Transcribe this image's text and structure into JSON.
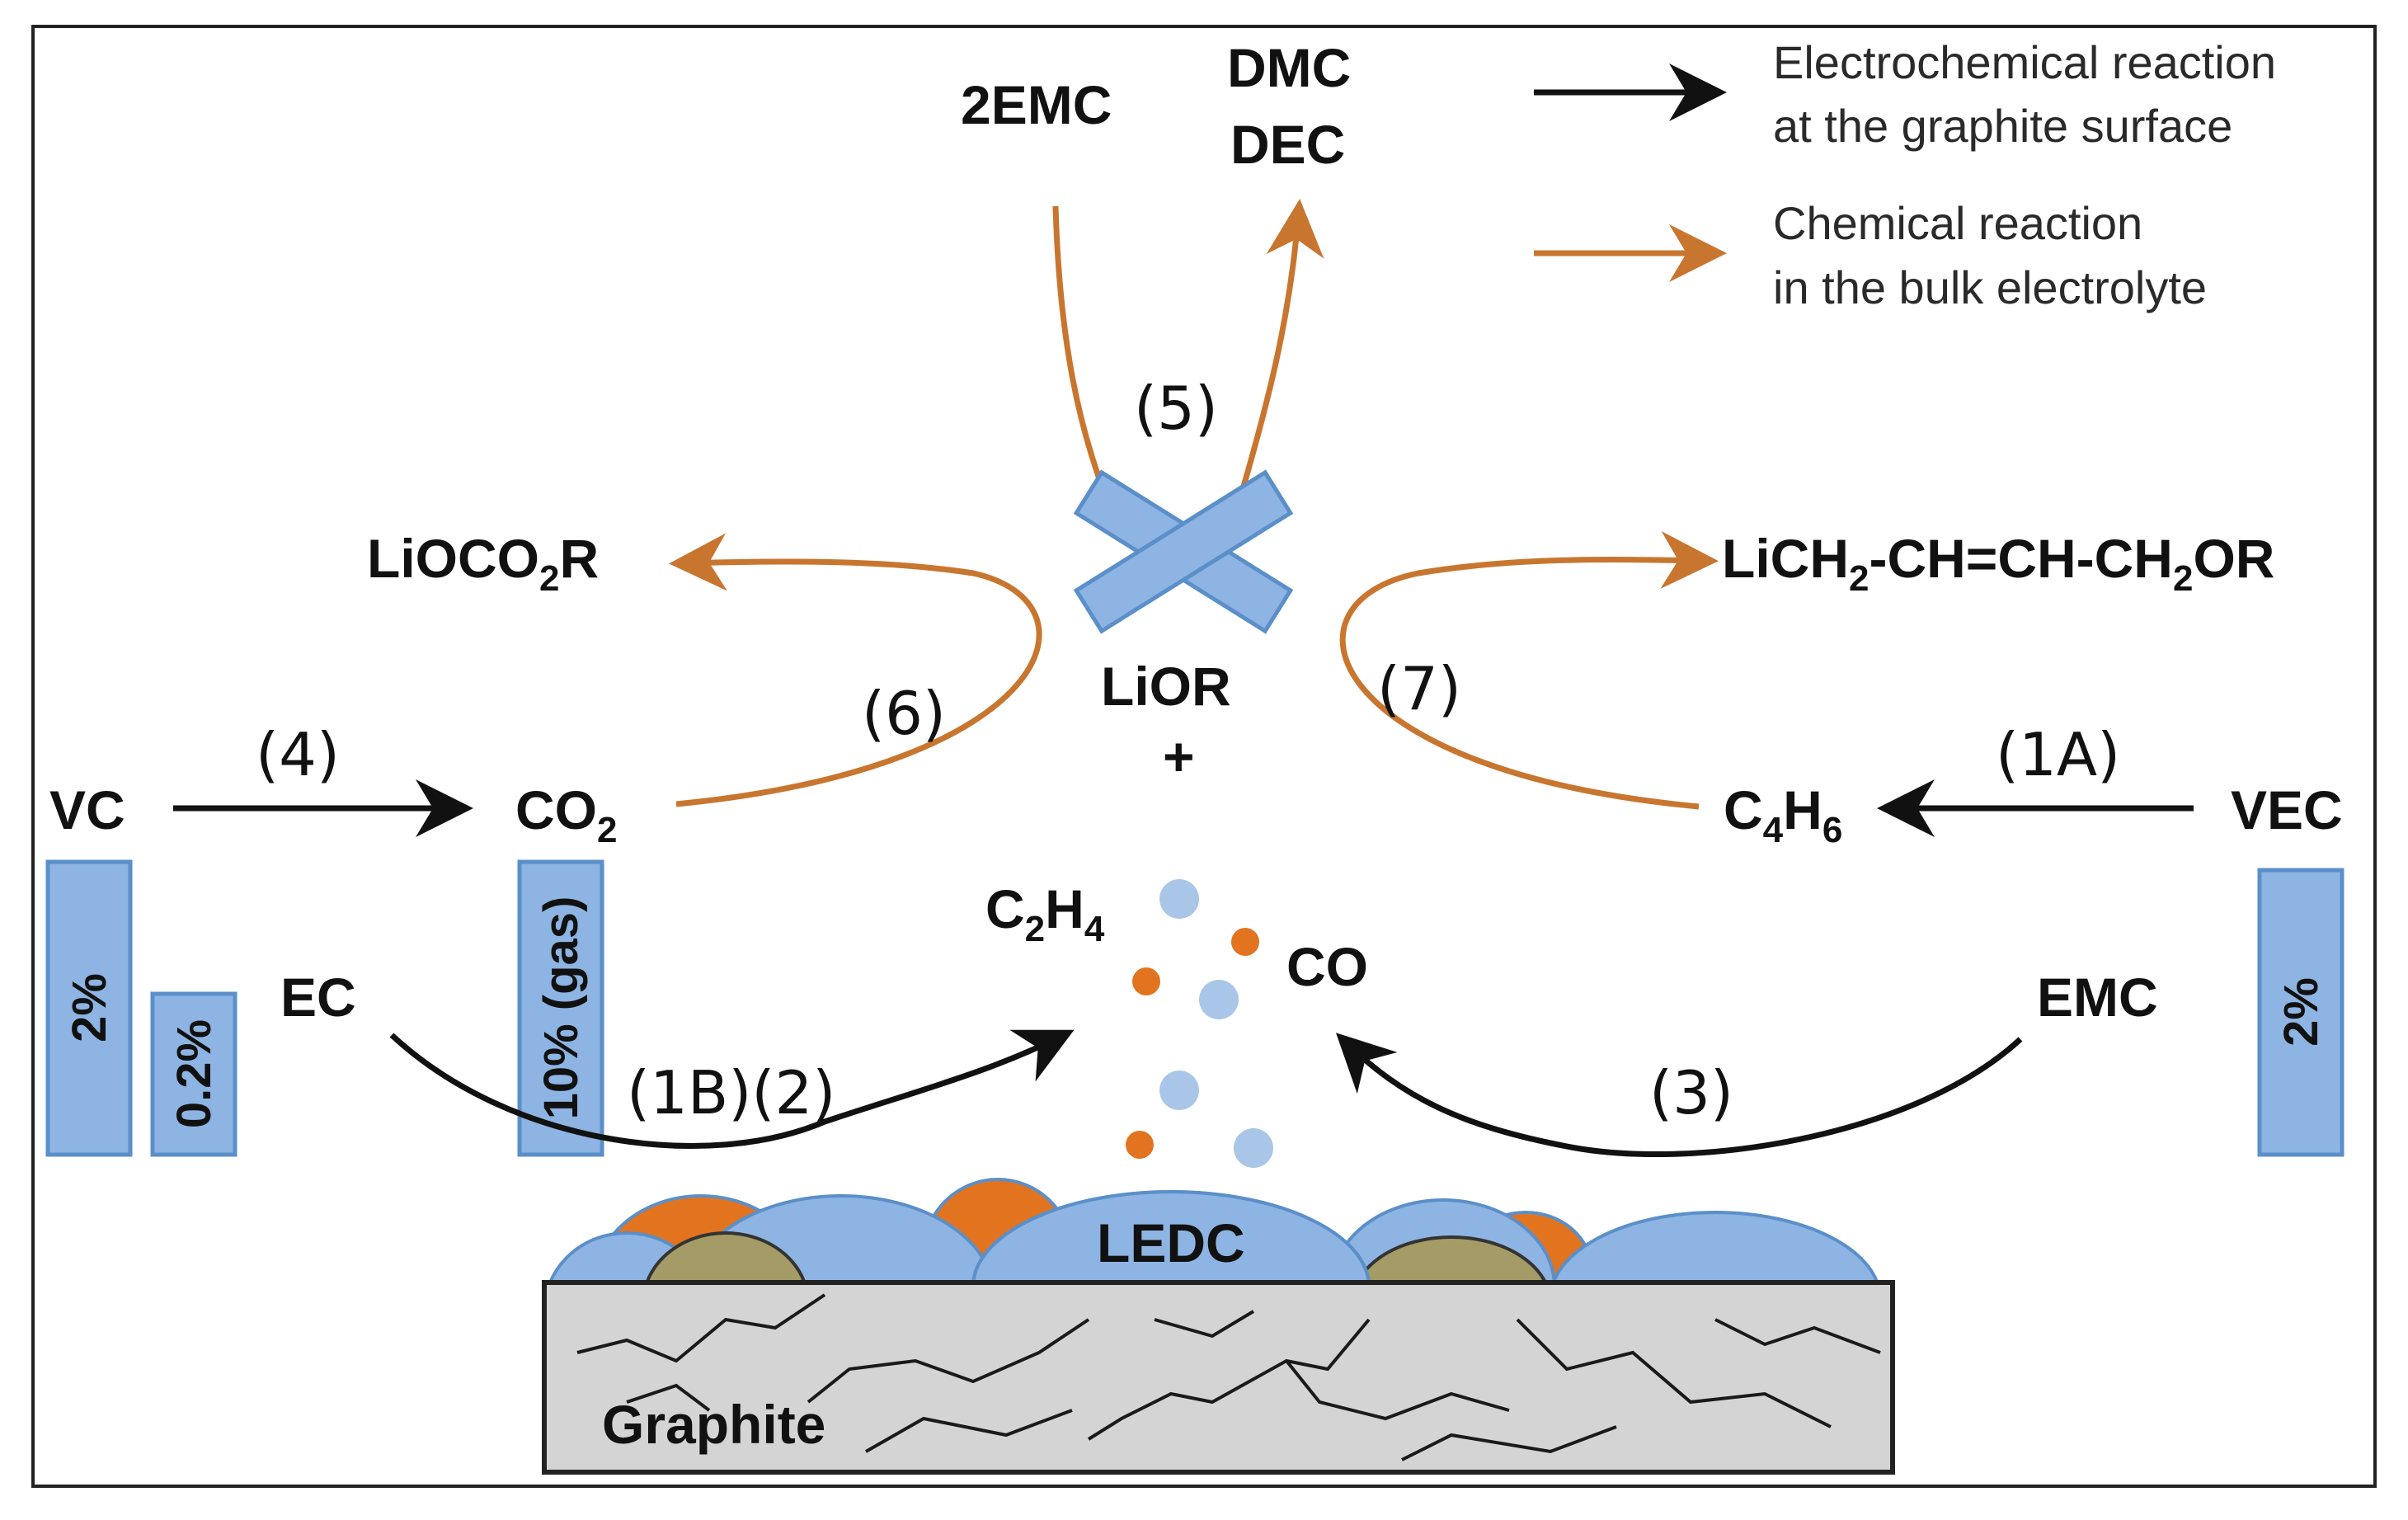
{
  "legend": {
    "black_line1": "Electrochemical reaction",
    "black_line2": "at the graphite surface",
    "orange_line1": "Chemical reaction",
    "orange_line2": "in the bulk electrolyte"
  },
  "species": {
    "emc2": "2EMC",
    "dmc": "DMC",
    "dec": "DEC",
    "lioco2r_a": "LiOCO",
    "lioco2r_sub": "2",
    "lioco2r_b": "R",
    "lich2_1": "LiCH",
    "lich2_sub1": "2",
    "lich2_2": "-CH=CH-CH",
    "lich2_sub2": "2",
    "lich2_3": "OR",
    "lior": "LiOR",
    "plus": "+",
    "vc": "VC",
    "co2_a": "CO",
    "co2_sub": "2",
    "c4h6_a": "C",
    "c4h6_sub1": "4",
    "c4h6_b": "H",
    "c4h6_sub2": "6",
    "vec": "VEC",
    "c2h4_a": "C",
    "c2h4_sub1": "2",
    "c2h4_b": "H",
    "c2h4_sub2": "4",
    "co": "CO",
    "ec": "EC",
    "emc": "EMC",
    "ledc": "LEDC",
    "graphite": "Graphite"
  },
  "steps": {
    "s5": "(5)",
    "s6": "(6)",
    "s7": "(7)",
    "s4": "(4)",
    "s1a": "(1A)",
    "s1b2": "(1B)(2)",
    "s3": "(3)"
  },
  "bars": {
    "vc_2": "2%",
    "vc_02": "0.2%",
    "co2_gas": "10% (gas)",
    "vec_2": "2%"
  },
  "colors": {
    "electrochemical": "#111111",
    "chemical": "#c8762f",
    "blue_fill": "#8db4e2",
    "blue_stroke": "#5b8fc9",
    "orange_fill": "#e2741f",
    "olive_fill": "#a49b66",
    "graphite_fill": "#d4d4d4"
  }
}
